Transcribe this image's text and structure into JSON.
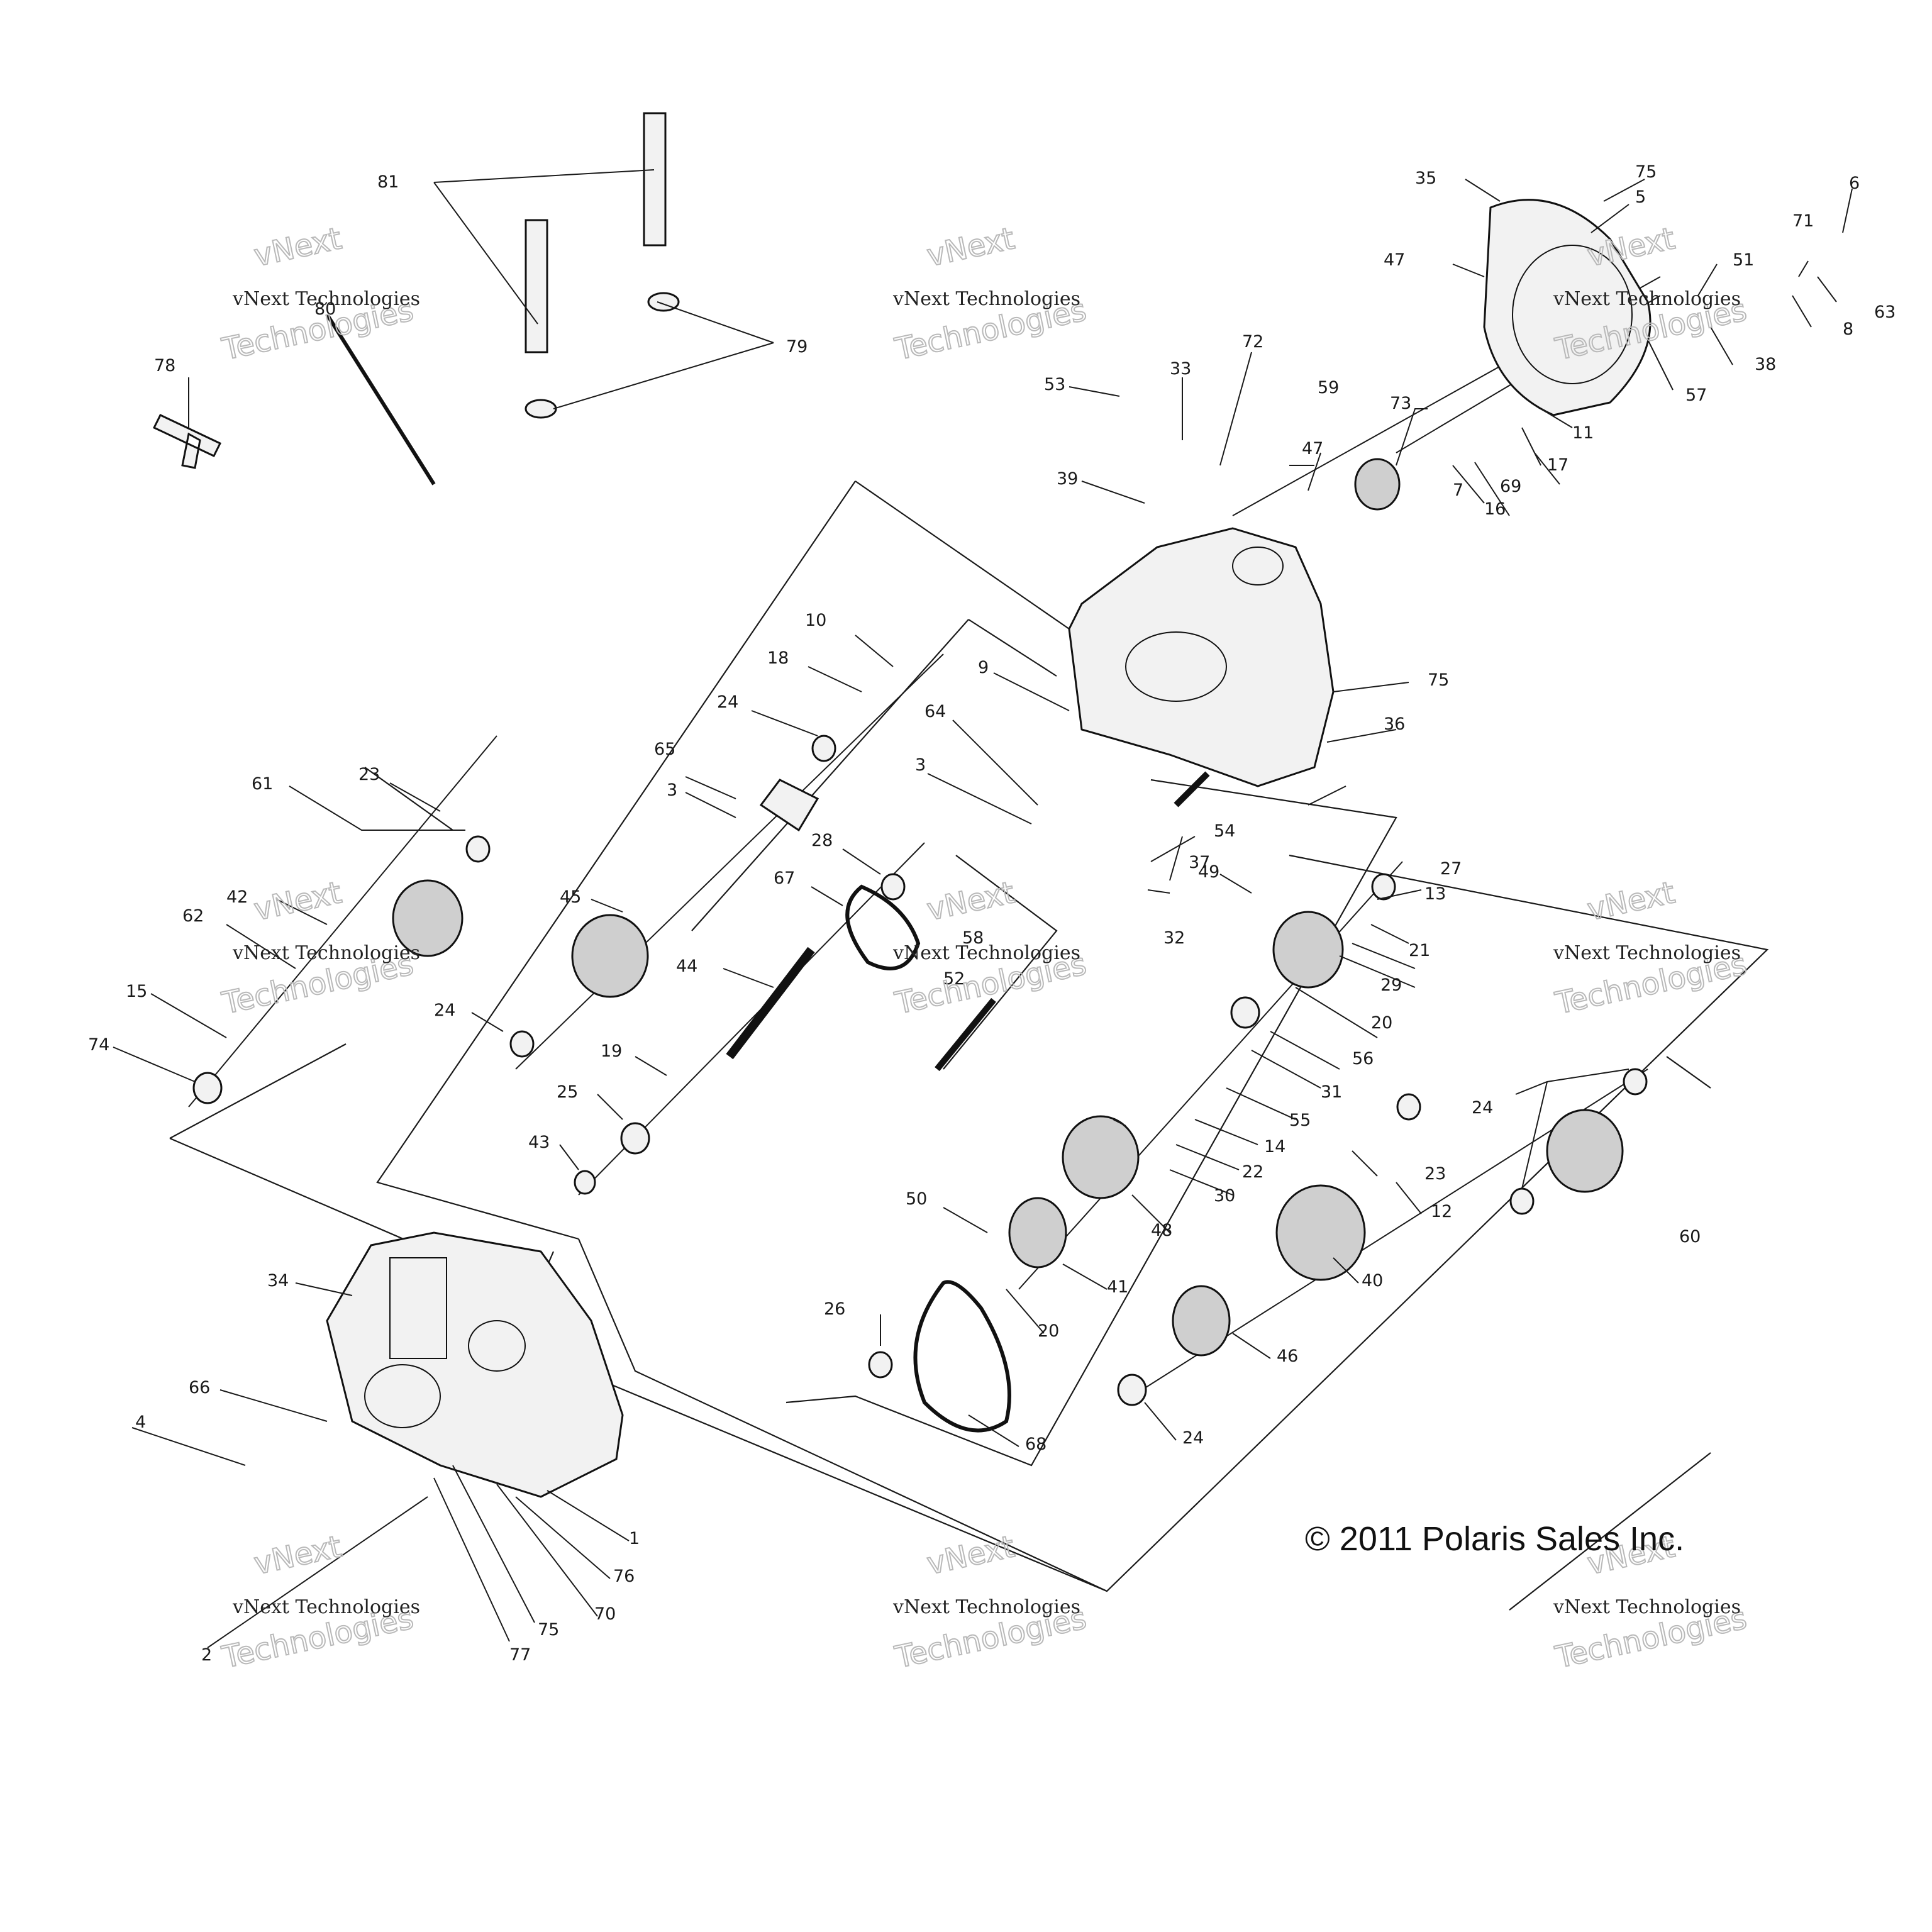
{
  "labels": {
    "l1": "1",
    "l2": "2",
    "l3a": "3",
    "l3b": "3",
    "l4": "4",
    "l5": "5",
    "l6": "6",
    "l7": "7",
    "l8": "8",
    "l9": "9",
    "l10": "10",
    "l11": "11",
    "l12": "12",
    "l13": "13",
    "l14": "14",
    "l15": "15",
    "l16": "16",
    "l17": "17",
    "l18": "18",
    "l19": "19",
    "l20a": "20",
    "l20b": "20",
    "l21": "21",
    "l22": "22",
    "l23a": "23",
    "l23b": "23",
    "l24a": "24",
    "l24b": "24",
    "l24c": "24",
    "l24d": "24",
    "l25": "25",
    "l26": "26",
    "l27": "27",
    "l28": "28",
    "l29": "29",
    "l30": "30",
    "l31": "31",
    "l32": "32",
    "l33": "33",
    "l34": "34",
    "l35": "35",
    "l36": "36",
    "l37": "37",
    "l38": "38",
    "l39": "39",
    "l40": "40",
    "l41": "41",
    "l42": "42",
    "l43": "43",
    "l44": "44",
    "l45": "45",
    "l46": "46",
    "l47a": "47",
    "l47b": "47",
    "l48": "48",
    "l49": "49",
    "l50": "50",
    "l51": "51",
    "l52": "52",
    "l53": "53",
    "l54": "54",
    "l55": "55",
    "l56": "56",
    "l57": "57",
    "l58": "58",
    "l59": "59",
    "l60": "60",
    "l61": "61",
    "l62": "62",
    "l63": "63",
    "l64": "64",
    "l65": "65",
    "l66": "66",
    "l67": "67",
    "l68": "68",
    "l69": "69",
    "l70": "70",
    "l71": "71",
    "l72": "72",
    "l73": "73",
    "l74": "74",
    "l75a": "75",
    "l75b": "75",
    "l75c": "75",
    "l76": "76",
    "l77": "77",
    "l78": "78",
    "l79": "79",
    "l80": "80",
    "l81": "81"
  },
  "copyright": "© 2011 Polaris Sales Inc.",
  "watermark": {
    "line1": "vNext Technologies",
    "line2": "vNext",
    "line3": "Technologies"
  }
}
